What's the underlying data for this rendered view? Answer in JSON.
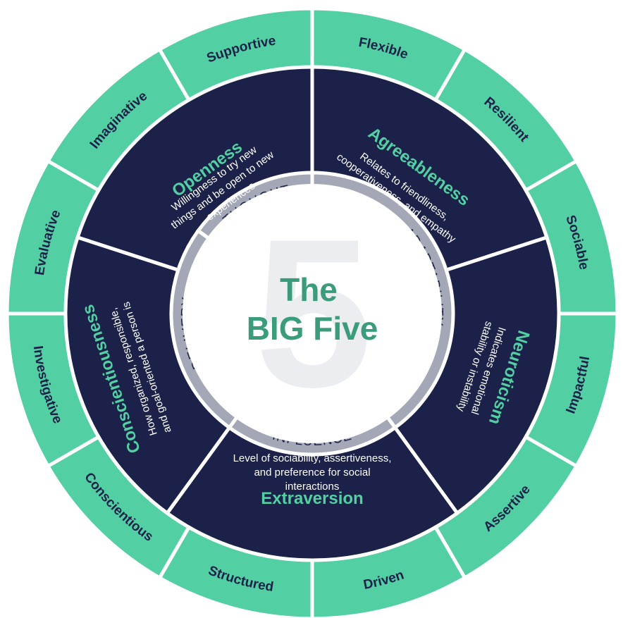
{
  "center": {
    "digit": "5",
    "title_line1": "The",
    "title_line2": "BIG Five"
  },
  "inner_labels": [
    "THOUGHT",
    "ADAPTABILITY",
    "INFLUENCE",
    "DELIVERY"
  ],
  "traits": [
    {
      "title": "Openness",
      "desc": [
        "Willingness to try new",
        "things and be open to new",
        "experiences"
      ]
    },
    {
      "title": "Agreeableness",
      "desc": [
        "Relates to friendliness,",
        "cooperativeness, and empathy"
      ]
    },
    {
      "title": "Neuroticism",
      "desc": [
        "Indicates emotional",
        "stability or instability"
      ]
    },
    {
      "title": "Extraversion",
      "desc": [
        "Level of sociability, assertiveness,",
        "and preference for social",
        "interactions"
      ]
    },
    {
      "title": "Conscientiousness",
      "desc": [
        "How organized, responsible,",
        "and goal-oriented a person is"
      ]
    }
  ],
  "outer_labels": [
    "Imaginative",
    "Supportive",
    "Flexible",
    "Resilient",
    "Sociable",
    "Impactful",
    "Assertive",
    "Driven",
    "Structured",
    "Conscientious",
    "Investigative",
    "Evaluative"
  ],
  "colors": {
    "teal": "#52cfa3",
    "navy": "#1b2148",
    "gray": "#a3a7b6",
    "center_text": "#3b9c7b"
  }
}
